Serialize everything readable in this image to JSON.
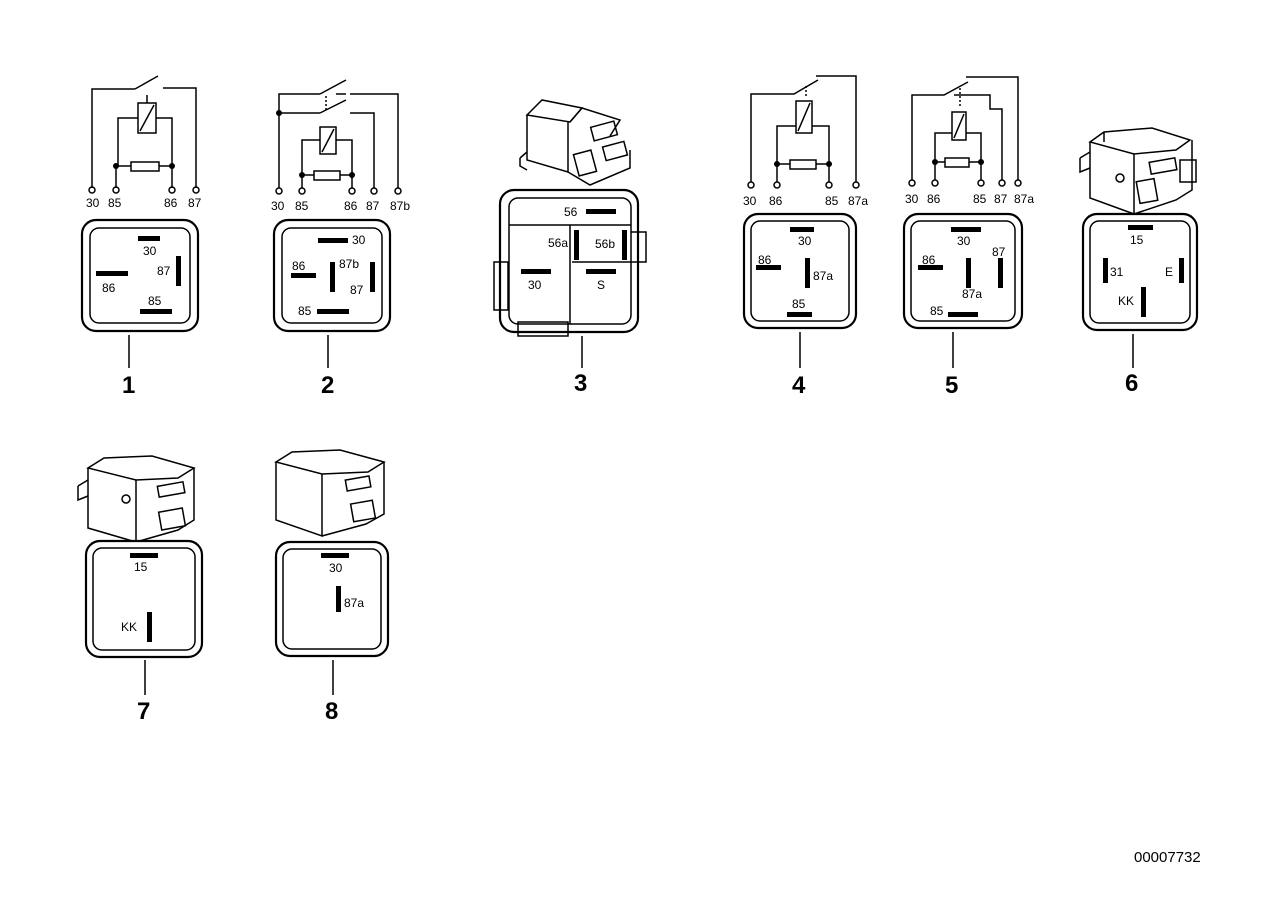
{
  "document_id": "00007732",
  "relays": [
    {
      "number": "1",
      "top_terminals": [
        "30",
        "85",
        "86",
        "87"
      ],
      "face": [
        "30",
        "86",
        "87",
        "85"
      ]
    },
    {
      "number": "2",
      "top_terminals": [
        "30",
        "85",
        "86",
        "87",
        "87b"
      ],
      "face": [
        "30",
        "86",
        "87b",
        "87",
        "85"
      ]
    },
    {
      "number": "3",
      "face": [
        "56",
        "56a",
        "56b",
        "30",
        "S"
      ]
    },
    {
      "number": "4",
      "top_terminals": [
        "30",
        "86",
        "85",
        "87a"
      ],
      "face": [
        "30",
        "86",
        "87a",
        "85"
      ]
    },
    {
      "number": "5",
      "top_terminals": [
        "30",
        "86",
        "85",
        "87",
        "87a"
      ],
      "face": [
        "30",
        "86",
        "87",
        "87a",
        "85"
      ]
    },
    {
      "number": "6",
      "face": [
        "15",
        "31",
        "E",
        "KK"
      ]
    },
    {
      "number": "7",
      "face": [
        "15",
        "KK"
      ]
    },
    {
      "number": "8",
      "face": [
        "30",
        "87a"
      ]
    }
  ]
}
